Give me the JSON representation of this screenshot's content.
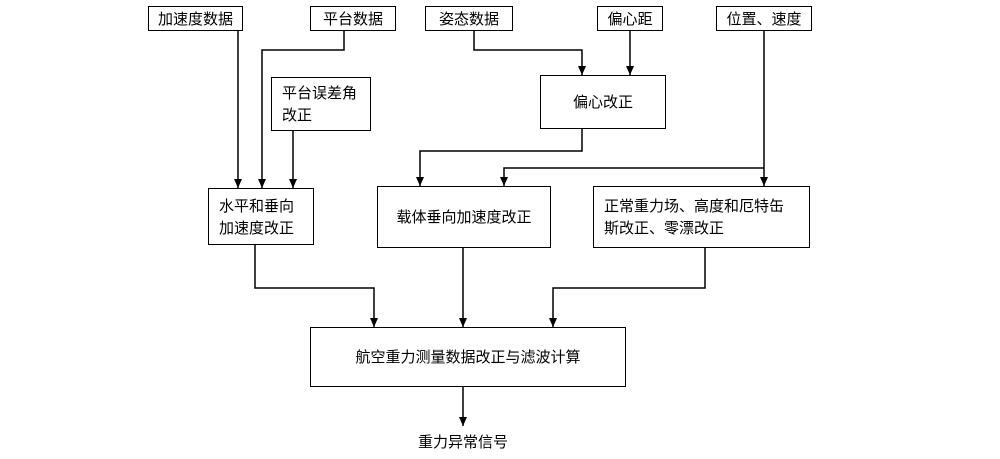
{
  "nodes": {
    "acc_data": "加速度数据",
    "platform_data": "平台数据",
    "attitude_data": "姿态数据",
    "eccentric_distance": "偏心距",
    "pos_velocity": "位置、速度",
    "platform_error": "平台误差角\n改正",
    "eccentric_correction": "偏心改正",
    "hv_acc_correction": "水平和垂向\n加速度改正",
    "carrier_vertical_acc": "载体垂向加速度改正",
    "normal_gravity": "正常重力场、高度和厄特缶\n斯改正、零漂改正",
    "main_computation": "航空重力测量数据改正与滤波计算",
    "gravity_anomaly": "重力异常信号"
  }
}
